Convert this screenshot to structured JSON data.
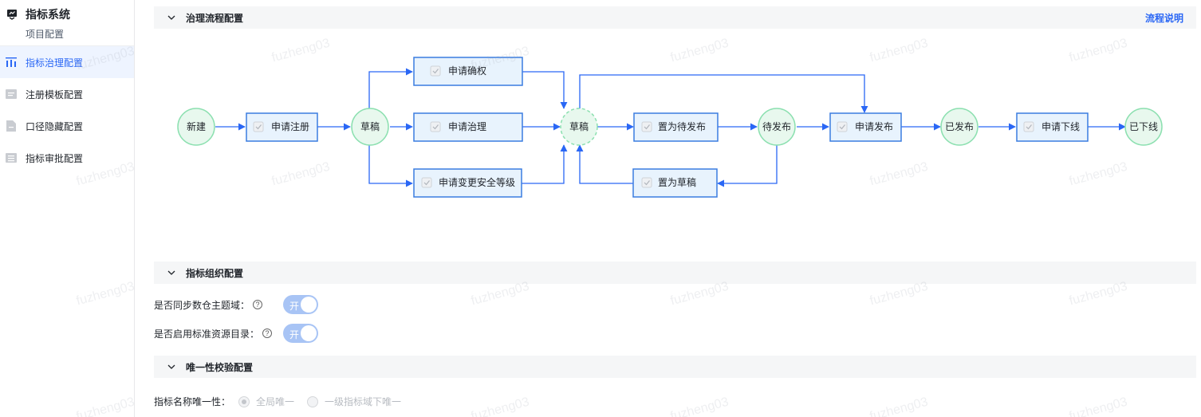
{
  "app": {
    "title": "指标系统",
    "subtitle": "项目配置"
  },
  "sidebar": {
    "items": [
      {
        "label": "指标治理配置",
        "icon": "bar-chart-icon",
        "active": true
      },
      {
        "label": "注册模板配置",
        "icon": "template-icon",
        "active": false
      },
      {
        "label": "口径隐藏配置",
        "icon": "document-icon",
        "active": false
      },
      {
        "label": "指标审批配置",
        "icon": "list-icon",
        "active": false
      }
    ]
  },
  "sections": {
    "governance": {
      "title": "治理流程配置",
      "link": "流程说明"
    },
    "organization": {
      "title": "指标组织配置"
    },
    "uniqueness": {
      "title": "唯一性校验配置"
    }
  },
  "flow": {
    "states": {
      "new": "新建",
      "draft1": "草稿",
      "draft2": "草稿",
      "pending": "待发布",
      "published": "已发布",
      "offline": "已下线"
    },
    "actions": {
      "register": "申请注册",
      "confirm": "申请确权",
      "govern": "申请治理",
      "security": "申请变更安全等级",
      "to_pending": "置为待发布",
      "to_draft": "置为草稿",
      "publish": "申请发布",
      "offline": "申请下线"
    }
  },
  "org_settings": {
    "sync_label": "是否同步数仓主题域：",
    "sync_value": "开",
    "catalog_label": "是否启用标准资源目录：",
    "catalog_value": "开"
  },
  "uniqueness": {
    "label": "指标名称唯一性：",
    "options": [
      "全局唯一",
      "一级指标域下唯一"
    ],
    "selected": "全局唯一"
  },
  "watermark": "fuzheng03",
  "colors": {
    "accent": "#2a67f5",
    "state_fill": "#e8f8ee",
    "state_border": "#8ce0b0",
    "action_fill": "#e8f3fd",
    "action_border": "#3a7de0"
  }
}
